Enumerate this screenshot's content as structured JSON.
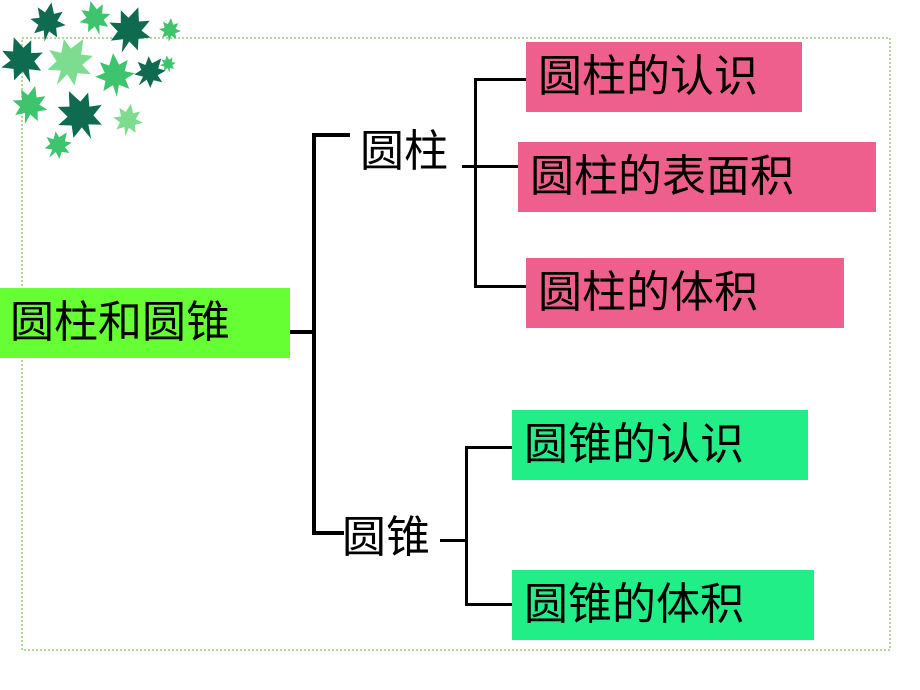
{
  "colors": {
    "pink": "#ee5f8e",
    "mint": "#22ee88",
    "lime": "#66ff33",
    "leaf_dark": "#0f6b4f",
    "leaf_light": "#3ec46d",
    "frame": "#9acc7a"
  },
  "decoration": {
    "icon": "maple-leaves-cluster"
  },
  "root": {
    "label": "圆柱和圆锥"
  },
  "branches": [
    {
      "label": "圆柱",
      "children": [
        "圆柱的认识",
        "圆柱的表面积",
        "圆柱的体积"
      ]
    },
    {
      "label": "圆锥",
      "children": [
        "圆锥的认识",
        "圆锥的体积"
      ]
    }
  ]
}
